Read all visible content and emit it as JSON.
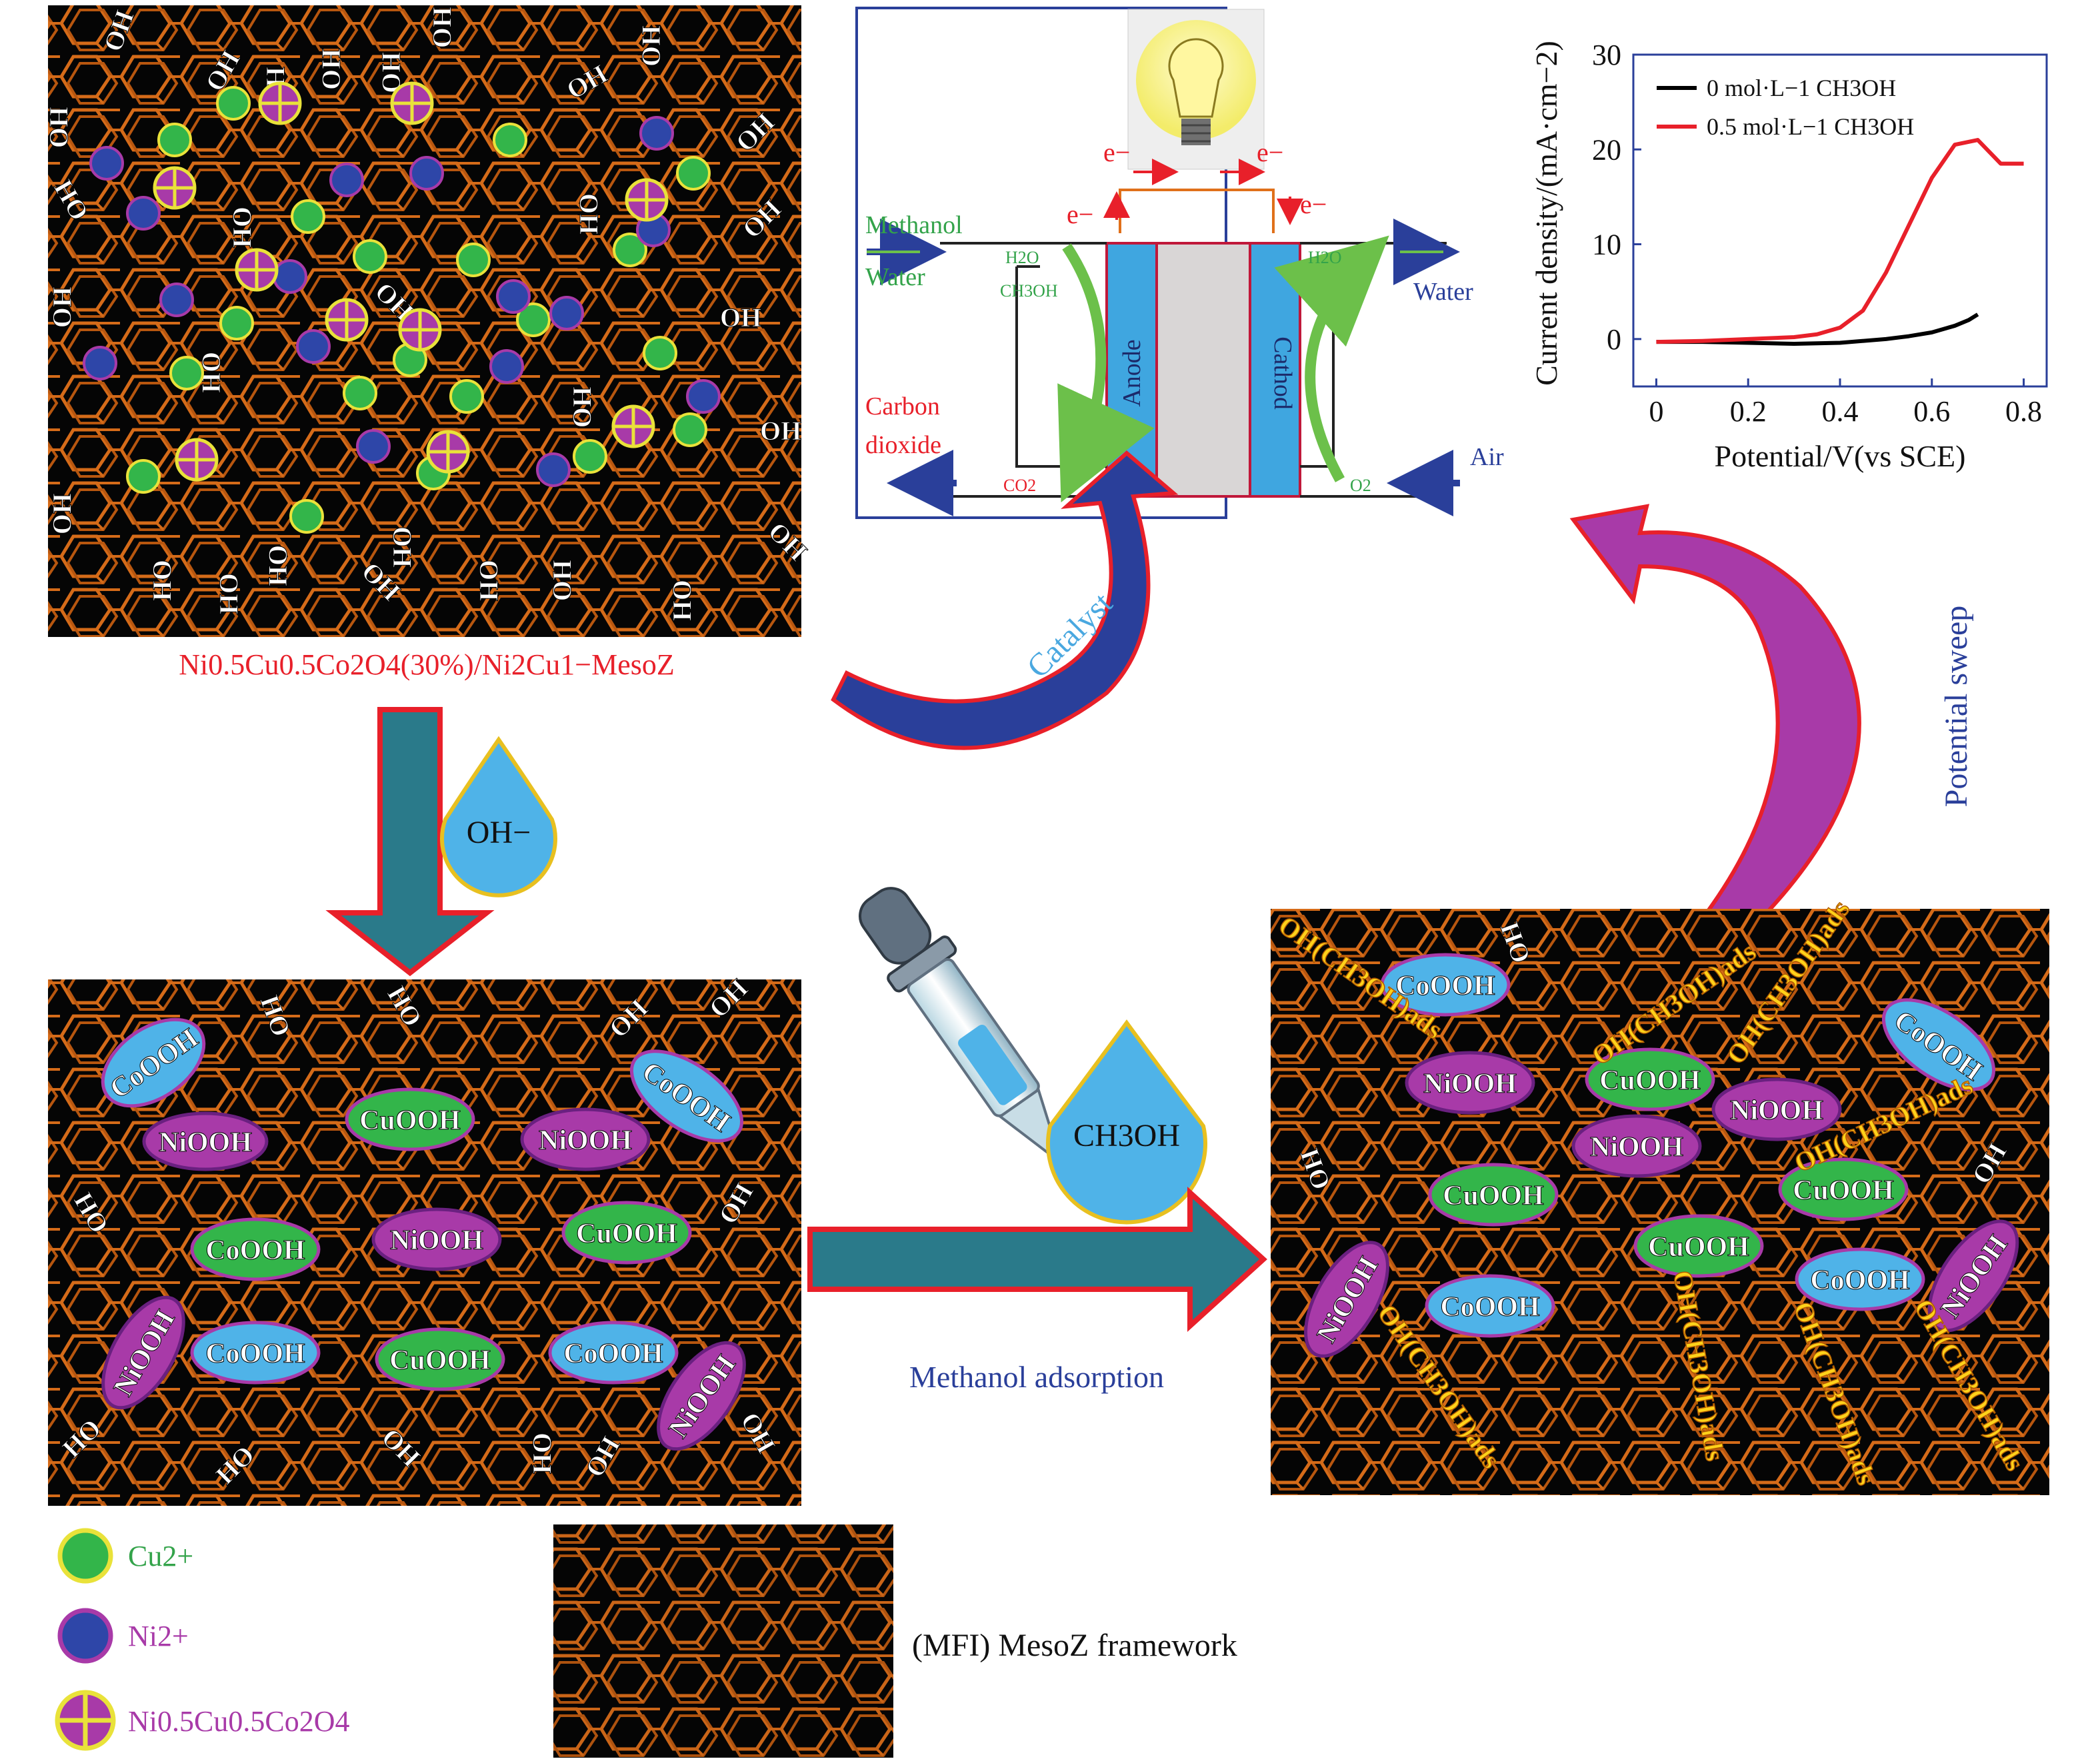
{
  "top_left": {
    "caption": "Ni0.5Cu0.5Co2O4(30%)/Ni2Cu1−MesoZ",
    "oh": "OH",
    "ho": "HO"
  },
  "fuel_cell": {
    "electron": "e−",
    "methanol": "Methanol",
    "water_in": "Water",
    "h2o": "H2O",
    "ch3oh": "CH3OH",
    "anode": "Anode",
    "cathode": "Cathod",
    "water_out": "Water",
    "carbon": "Carbon",
    "dioxide": "dioxide",
    "co2": "CO2",
    "o2": "O2",
    "air": "Air"
  },
  "chart_data": {
    "type": "line",
    "xlabel": "Potential/V(vs SCE)",
    "ylabel": "Current density/(mA·cm−2)",
    "xlim": [
      -0.05,
      0.85
    ],
    "ylim": [
      -5,
      30
    ],
    "xticks": [
      "0",
      "0.2",
      "0.4",
      "0.6",
      "0.8"
    ],
    "yticks": [
      "0",
      "10",
      "20",
      "30"
    ],
    "legend_position": "top-left",
    "series": [
      {
        "name": "0 mol·L−1 CH3OH",
        "color": "#000000",
        "x": [
          0.0,
          0.1,
          0.2,
          0.3,
          0.4,
          0.5,
          0.55,
          0.6,
          0.65,
          0.68,
          0.7
        ],
        "y": [
          -0.3,
          -0.3,
          -0.4,
          -0.5,
          -0.4,
          0.0,
          0.3,
          0.7,
          1.4,
          2.0,
          2.6
        ]
      },
      {
        "name": "0.5 mol·L−1 CH3OH",
        "color": "#e8202a",
        "x": [
          0.0,
          0.1,
          0.2,
          0.3,
          0.35,
          0.4,
          0.45,
          0.5,
          0.55,
          0.6,
          0.65,
          0.7,
          0.75,
          0.8
        ],
        "y": [
          -0.3,
          -0.2,
          0.0,
          0.2,
          0.5,
          1.2,
          3.0,
          7.0,
          12.0,
          17.0,
          20.5,
          21.0,
          18.5,
          18.5
        ]
      }
    ]
  },
  "arrows": {
    "catalyst": "Catalyst",
    "potential_sweep": "Potential sweep",
    "methanol_adsorption": "Methanol adsorption"
  },
  "drops": {
    "oh": "OH−",
    "methanol": "CH3OH"
  },
  "bottom_left": {
    "cooh": "CoOOH",
    "niooh": "NiOOH",
    "cuooh": "CuOOH",
    "oh": "OH",
    "ho": "HO"
  },
  "bottom_right": {
    "cooh": "CoOOH",
    "niooh": "NiOOH",
    "cuooh": "CuOOH",
    "ads": "OH(CH3OH)ads",
    "oh": "OH",
    "ho": "HO"
  },
  "legend": {
    "cu": "Cu2+",
    "ni": "Ni2+",
    "spinel": "Ni0.5Cu0.5Co2O4",
    "framework": "(MFI) MesoZ framework",
    "colors": {
      "cu": "#33b54a",
      "ni": "#2e46a8",
      "spinel": "#a83aa8",
      "ring": "#e9e23a"
    }
  }
}
